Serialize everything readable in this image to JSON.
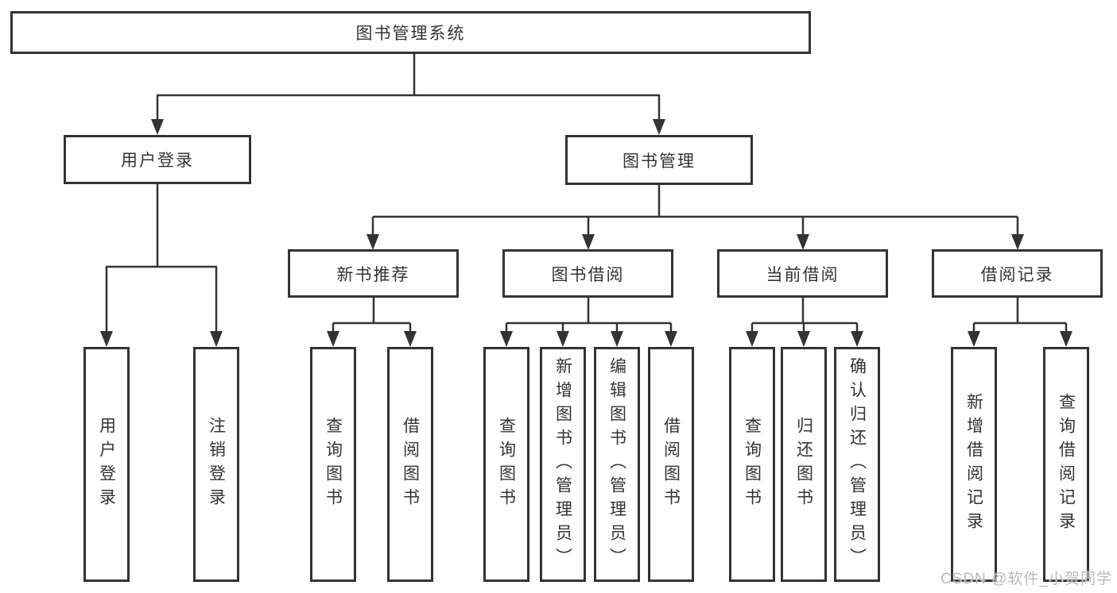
{
  "tree": {
    "root": "图书管理系统",
    "branches": [
      {
        "label": "用户登录",
        "children": [
          "用户登录",
          "注销登录"
        ]
      },
      {
        "label": "图书管理",
        "groups": [
          {
            "label": "新书推荐",
            "children": [
              "查询图书",
              "借阅图书"
            ]
          },
          {
            "label": "图书借阅",
            "children": [
              "查询图书",
              "新增图书（管理员）",
              "编辑图书（管理员）",
              "借阅图书"
            ]
          },
          {
            "label": "当前借阅",
            "children": [
              "查询图书",
              "归还图书",
              "确认归还（管理员）"
            ]
          },
          {
            "label": "借阅记录",
            "children": [
              "新增借阅记录",
              "查询借阅记录"
            ]
          }
        ]
      }
    ]
  },
  "watermark": "CSDN @软件_小贺同学",
  "colors": {
    "line": "#333333",
    "text": "#333333",
    "box_background": "#ffffff",
    "page_background": "#ffffff",
    "watermark": "#b9b9b9"
  }
}
